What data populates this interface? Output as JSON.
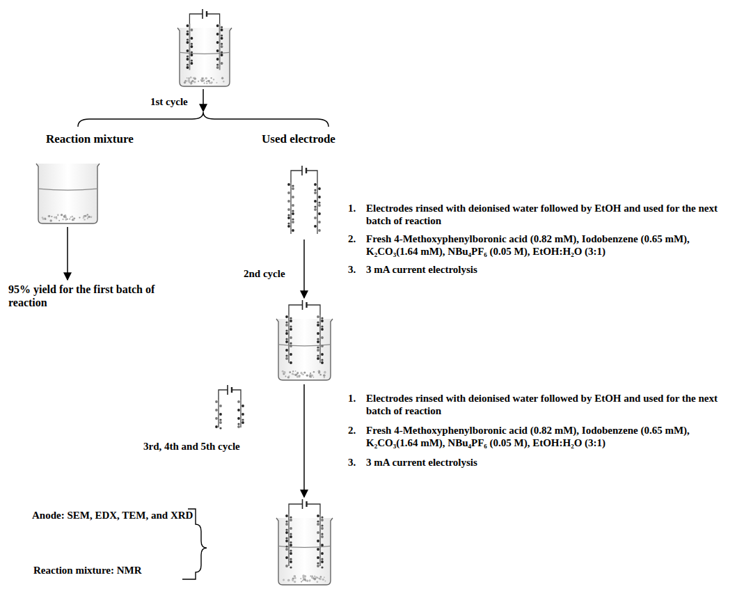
{
  "diagram": {
    "labels": [
      "1st cycle",
      "Reaction mixture",
      "Used electrode",
      "95% yield for the first batch of reaction",
      "2nd cycle",
      "1.",
      "Electrodes rinsed with deionised water followed by EtOH and used for the next batch of reaction",
      "2.",
      "Fresh 4-Methoxyphenylboronic acid (0.82 mM), Iodobenzene (0.65 mM), K₂CO₃(1.64 mM), NBu₄PF₆ (0.05 M), EtOH:H₂O (3:1)",
      "3.",
      "3 mA current electrolysis",
      "3rd, 4th and 5th cycle",
      "1.",
      "Electrodes rinsed with deionised water followed by EtOH and used for the next batch of reaction",
      "2.",
      "Fresh 4-Methoxyphenylboronic acid (0.82 mM), Iodobenzene (0.65 mM), K₂CO₃(1.64 mM), NBu₄PF₆ (0.05 M), EtOH:H₂O (3:1)",
      "3.",
      "3 mA current electrolysis",
      "Anode: SEM, EDX, TEM, and XRD",
      "Reaction mixture: NMR"
    ]
  }
}
